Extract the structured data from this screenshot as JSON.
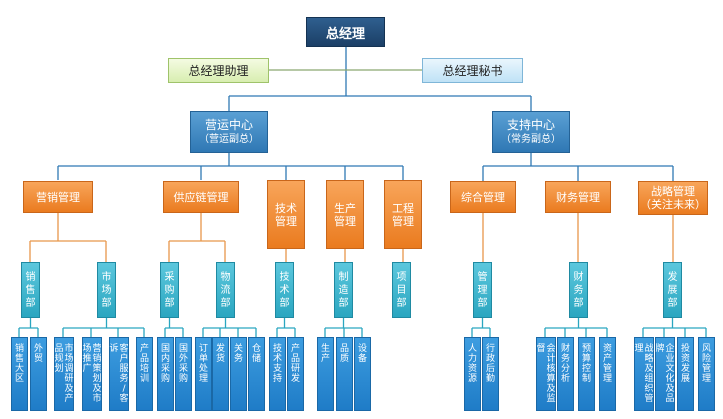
{
  "ceo": "总经理",
  "assistant": "总经理助理",
  "secretary": "总经理秘书",
  "centers": [
    {
      "title": "营运中心",
      "subtitle": "（营运副总）"
    },
    {
      "title": "支持中心",
      "subtitle": "（常务副总）"
    }
  ],
  "departments": [
    "营销管理",
    "供应链管理",
    "技术管理",
    "生产管理",
    "工程管理",
    "综合管理",
    "财务管理",
    "战略管理（关注未来）"
  ],
  "sub_units": [
    "销售部",
    "市场部",
    "采购部",
    "物流部",
    "技术部",
    "制造部",
    "项目部",
    "管理部",
    "财务部",
    "发展部"
  ],
  "functions": [
    [
      "销售大区",
      "外贸"
    ],
    [
      "市场调研及产品规划",
      "营销策划及市场推广",
      "客户服务/客诉",
      "产品培训"
    ],
    [
      "国内采购",
      "国外采购"
    ],
    [
      "订单处理",
      "发货",
      "关务",
      "仓储"
    ],
    [
      "技术支持",
      "产品研发"
    ],
    [
      "生产",
      "品质",
      "设备"
    ],
    [],
    [
      "人力资源",
      "行政后勤"
    ],
    [
      "会计核算及监督",
      "财务分析",
      "预算控制",
      "资产管理"
    ],
    [
      "战略及组织管理",
      "企业文化及品牌",
      "投资发展",
      "风险管理"
    ]
  ]
}
